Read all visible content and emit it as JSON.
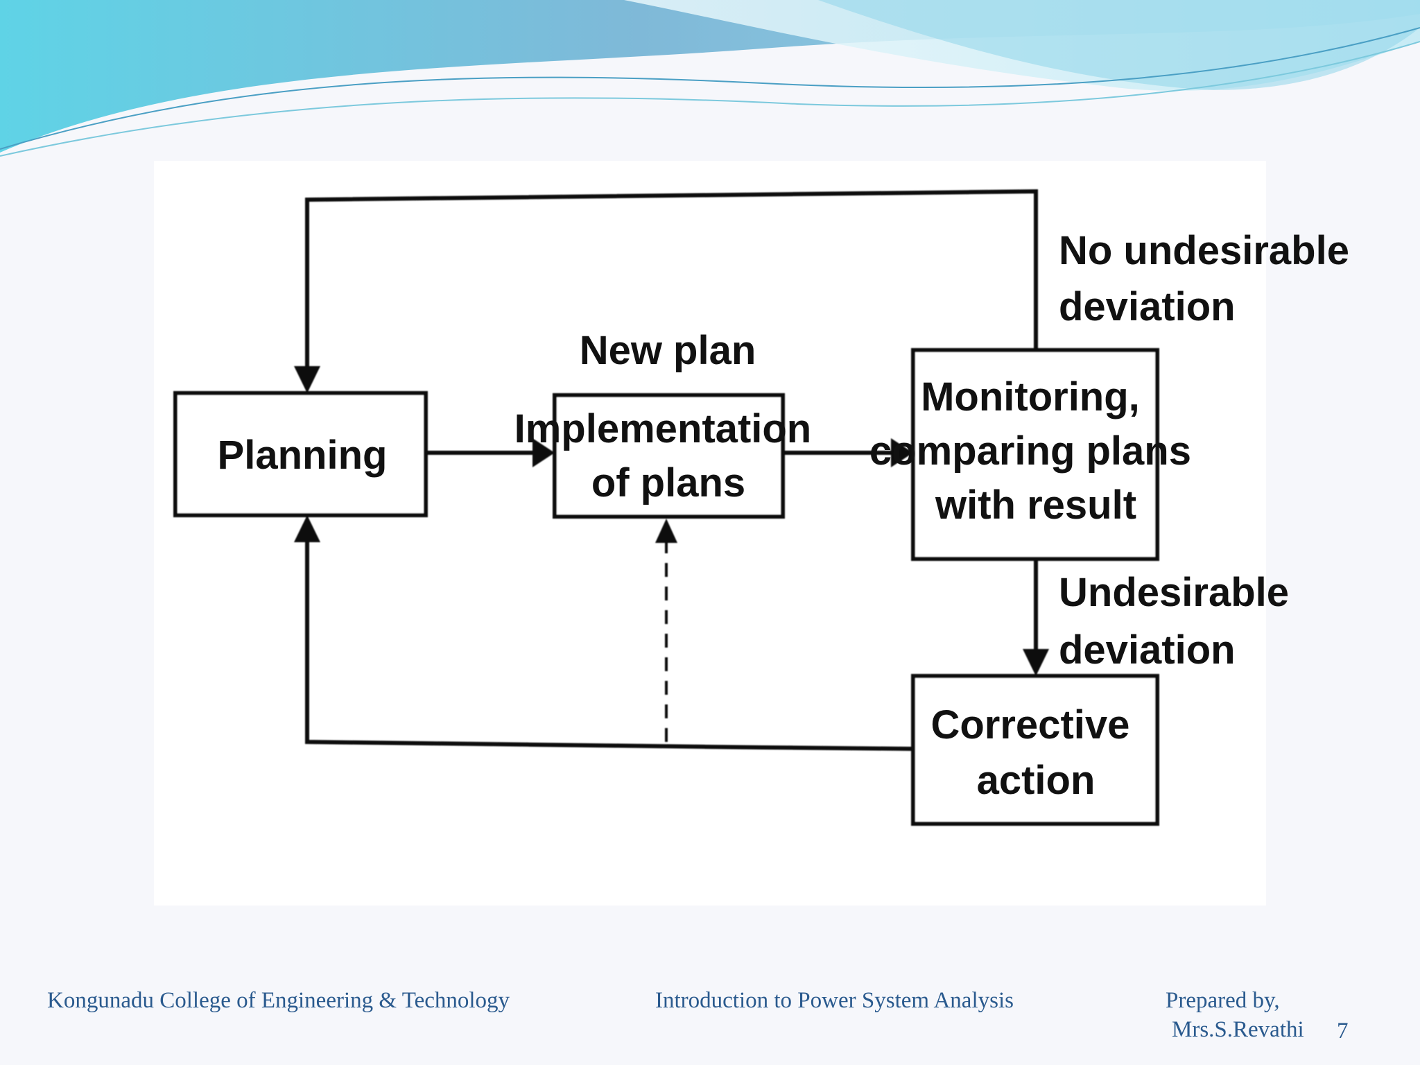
{
  "colors": {
    "background": "#f6f7fb",
    "wave_dark": "#5db3d6",
    "wave_light": "#b8e6f2",
    "footer_text": "#2a5a8e"
  },
  "diagram": {
    "boxes": {
      "planning": [
        "Planning"
      ],
      "implementation": [
        "Implementation",
        "of plans"
      ],
      "monitoring": [
        "Monitoring,",
        "comparing plans",
        "with result"
      ],
      "corrective": [
        "Corrective",
        "action"
      ]
    },
    "labels": {
      "new_plan": [
        "New plan"
      ],
      "no_deviation": [
        "No undesirable",
        "deviation"
      ],
      "undesirable": [
        "Undesirable",
        "deviation"
      ]
    }
  },
  "footer": {
    "college": "Kongunadu College of Engineering & Technology",
    "course": "Introduction to  Power System Analysis",
    "prepared_label": "Prepared by,",
    "author": "Mrs.S.Revathi",
    "page_number": "7"
  }
}
